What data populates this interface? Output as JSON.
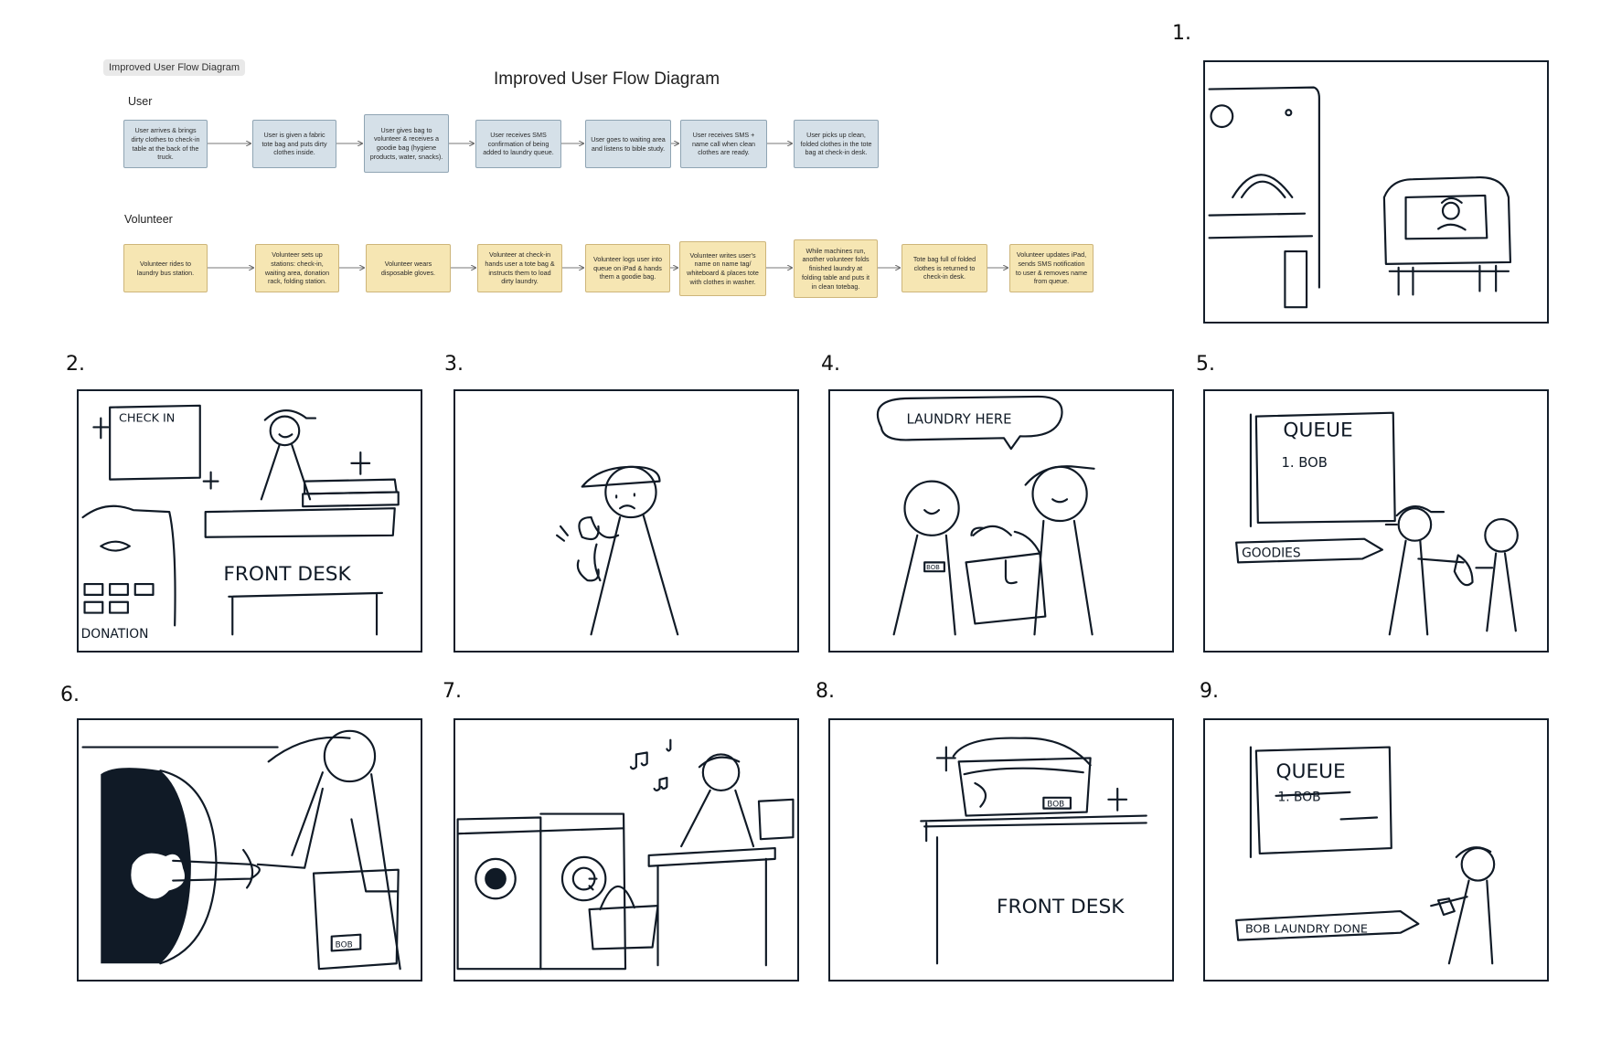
{
  "frame_tag": "Improved User Flow Diagram",
  "diagram_title": "Improved User Flow Diagram",
  "lanes": {
    "user": {
      "label": "User",
      "steps": [
        "User arrives & brings dirty clothes to check-in table at the back of the truck.",
        "User is given a fabric tote bag and puts dirty clothes inside.",
        "User gives bag to volunteer & receives a goodie bag (hygiene products, water, snacks).",
        "User receives SMS confirmation of being added to laundry queue.",
        "User goes to waiting area and listens to bible study.",
        "User receives SMS + name call when clean clothes are ready.",
        "User picks up clean, folded clothes in the tote bag at check-in desk."
      ]
    },
    "volunteer": {
      "label": "Volunteer",
      "steps": [
        "Volunteer rides to laundry bus station.",
        "Volunteer sets up stations: check-in, waiting area, donation rack, folding station.",
        "Volunteer wears disposable gloves.",
        "Volunteer at check-in hands user a tote bag & instructs them to load dirty laundry.",
        "Volunteer logs user into queue on iPad & hands them a goodie bag.",
        "Volunteer writes user's name on name tag/ whiteboard & places tote with clothes in washer.",
        "While machines run, another volunteer folds finished laundry at folding table and puts it in clean totebag.",
        "Tote bag full of folded clothes is returned to check-in desk.",
        "Volunteer updates iPad, sends SMS notification to user & removes name from queue."
      ]
    }
  },
  "storyboard": {
    "panel_numbers": [
      "1.",
      "2.",
      "3.",
      "4.",
      "5.",
      "6.",
      "7.",
      "8.",
      "9."
    ],
    "sketch_text": {
      "check_in": "CHECK IN",
      "front_desk": "FRONT DESK",
      "donation": "DONATION",
      "laundry_here": "LAUNDRY HERE",
      "queue": "QUEUE",
      "queue_entry": "1. BOB",
      "goodies": "GOODIES",
      "bob_tag": "BOB",
      "bob_laundry_done": "BOB LAUNDRY DONE"
    }
  },
  "colors": {
    "user_node_fill": "#d5e0e8",
    "volunteer_node_fill": "#f6e6b3",
    "sketch_ink": "#101a26"
  }
}
